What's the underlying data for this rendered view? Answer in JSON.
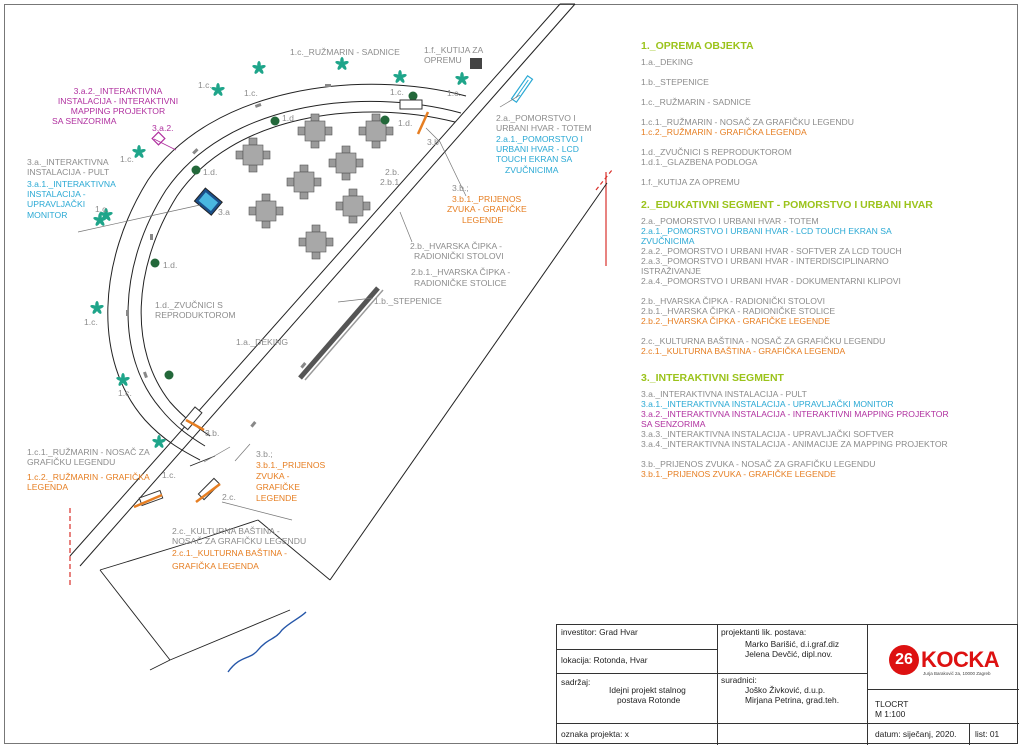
{
  "plan_labels": {
    "l_1c_top1": "1.c.",
    "l_1c_top2": "1.c.",
    "l_1c_top3": "1.c.",
    "l_1c_top4": "1.c.",
    "l_1c_left1": "1.c.",
    "l_1c_left2": "1.c.",
    "l_1c_left3": "1.c.",
    "l_1c_left4": "1.c.",
    "l_1c_bottom": "1.c.",
    "ruzmarin_sadnice": "1.c._RUŽMARIN - SADNICE",
    "kutija_1": "1.f._KUTIJA ZA",
    "kutija_2": "OPREMU",
    "int_mapping_1": "3.a.2._INTERAKTIVNA",
    "int_mapping_2": "INSTALACIJA - INTERAKTIVNI",
    "int_mapping_3": "MAPPING PROJEKTOR",
    "int_mapping_4": "SA SENZORIMA",
    "code_3a2": "3.a.2.",
    "pult_1": "3.a._INTERAKTIVNA",
    "pult_2": "INSTALACIJA - PULT",
    "monitor_1": "3.a.1._INTERAKTIVNA",
    "monitor_2": "INSTALACIJA -",
    "monitor_3": "UPRAVLJAČKI",
    "monitor_4": "MONITOR",
    "code_3a": "3.a",
    "d1": "1.d.",
    "d2": "1.d.",
    "d3": "1.d.",
    "d4": "1.d.",
    "code_3b_top": "3.b",
    "totem_1": "2.a._POMORSTVO I",
    "totem_2": "URBANI HVAR - TOTEM",
    "lcd_1": "2.a.1._POMORSTVO I",
    "lcd_2": "URBANI HVAR - LCD",
    "lcd_3": "TOUCH EKRAN SA",
    "lcd_4": "ZVUČNICIMA",
    "code_2b": "2.b.",
    "code_2b1": "2.b.1.",
    "code_3b_semi": "3.b.;",
    "prijenos_top_1": "3.b.1._PRIJENOS",
    "prijenos_top_2": "ZVUKA - GRAFIČKE",
    "prijenos_top_3": "LEGENDE",
    "cipka_1": "2.b._HVARSKA ČIPKA -",
    "cipka_2": "RADIONIČKI STOLOVI",
    "cipka_3": "2.b.1._HVARSKA ČIPKA -",
    "cipka_4": "RADIONIČKE STOLICE",
    "stepenice": "1.b._STEPENICE",
    "zvucnici_1": "1.d._ZVUČNICI S",
    "zvucnici_2": "REPRODUKTOROM",
    "deking": "1.a._DEKING",
    "code_3b_low": "3.b.",
    "nosac_1": "1.c.1._RUŽMARIN - NOSAČ ZA",
    "nosac_2": "GRAFIČKU LEGENDU",
    "nosac_3": "1.c.2._RUŽMARIN - GRAFIČKA",
    "nosac_4": "LEGENDA",
    "prijenos_low_0": "3.b.;",
    "prijenos_low_1": "3.b.1._PRIJENOS",
    "prijenos_low_2": "ZVUKA -",
    "prijenos_low_3": "GRAFIČKE",
    "prijenos_low_4": "LEGENDE",
    "code_2c": "2.c.",
    "bastina_1": "2.c._KULTURNA BAŠTINA -",
    "bastina_2": "NOSAČ ZA GRAFIČKU LEGENDU",
    "bastina_3": "2.c.1._KULTURNA BAŠTINA -",
    "bastina_4": "GRAFIČKA LEGENDA"
  },
  "legend": {
    "h1": "1._OPREMA OBJEKTA",
    "s1": [
      {
        "t": "1.a._DEKING",
        "c": "g"
      },
      {
        "t": "",
        "c": "g"
      },
      {
        "t": "1.b._STEPENICE",
        "c": "g"
      },
      {
        "t": "",
        "c": "g"
      },
      {
        "t": "1.c._RUŽMARIN - SADNICE",
        "c": "g"
      },
      {
        "t": "",
        "c": "g"
      },
      {
        "t": "1.c.1._RUŽMARIN - NOSAČ ZA GRAFIČKU LEGENDU",
        "c": "g"
      },
      {
        "t": "1.c.2._RUŽMARIN - GRAFIČKA LEGENDA",
        "c": "o"
      },
      {
        "t": "",
        "c": "g"
      },
      {
        "t": "1.d._ZVUČNICI S REPRODUKTOROM",
        "c": "g"
      },
      {
        "t": "1.d.1._GLAZBENA PODLOGA",
        "c": "g"
      },
      {
        "t": "",
        "c": "g"
      },
      {
        "t": "1.f._KUTIJA ZA OPREMU",
        "c": "g"
      }
    ],
    "h2": "2._EDUKATIVNI SEGMENT - POMORSTVO I URBANI HVAR",
    "s2": [
      {
        "t": "2.a._POMORSTVO I URBANI HVAR - TOTEM",
        "c": "g"
      },
      {
        "t": "2.a.1._POMORSTVO I URBANI HVAR - LCD TOUCH EKRAN SA",
        "c": "b"
      },
      {
        "t": "ZVUČNICIMA",
        "c": "b"
      },
      {
        "t": "2.a.2._POMORSTVO I URBANI HVAR - SOFTVER ZA LCD TOUCH",
        "c": "g"
      },
      {
        "t": "2.a.3._POMORSTVO I URBANI HVAR - INTERDISCIPLINARNO",
        "c": "g"
      },
      {
        "t": "ISTRAŽIVANJE",
        "c": "g"
      },
      {
        "t": "2.a.4._POMORSTVO I URBANI HVAR - DOKUMENTARNI KLIPOVI",
        "c": "g"
      },
      {
        "t": "",
        "c": "g"
      },
      {
        "t": "2.b._HVARSKA ČIPKA - RADIONIČKI STOLOVI",
        "c": "g"
      },
      {
        "t": "2.b.1._HVARSKA ČIPKA - RADIONIČKE STOLICE",
        "c": "g"
      },
      {
        "t": "2.b.2._HVARSKA ČIPKA - GRAFIČKE LEGENDE",
        "c": "o"
      },
      {
        "t": "",
        "c": "g"
      },
      {
        "t": "2.c._KULTURNA BAŠTINA - NOSAČ ZA GRAFIČKU LEGENDU",
        "c": "g"
      },
      {
        "t": "2.c.1._KULTURNA BAŠTINA - GRAFIČKA LEGENDA",
        "c": "o"
      }
    ],
    "h3": "3._INTERAKTIVNI SEGMENT",
    "s3": [
      {
        "t": "3.a._INTERAKTIVNA INSTALACIJA - PULT",
        "c": "g"
      },
      {
        "t": "3.a.1._INTERAKTIVNA INSTALACIJA - UPRAVLJAČKI MONITOR",
        "c": "b"
      },
      {
        "t": "3.a.2._INTERAKTIVNA INSTALACIJA - INTERAKTIVNI MAPPING PROJEKTOR",
        "c": "m"
      },
      {
        "t": "SA SENZORIMA",
        "c": "m"
      },
      {
        "t": "3.a.3._INTERAKTIVNA INSTALACIJA - UPRAVLJAČKI SOFTVER",
        "c": "g"
      },
      {
        "t": "3.a.4._INTERAKTIVNA INSTALACIJA - ANIMACIJE ZA MAPPING PROJEKTOR",
        "c": "g"
      },
      {
        "t": "",
        "c": "g"
      },
      {
        "t": "3.b._PRIJENOS ZVUKA - NOSAČ ZA GRAFIČKU LEGENDU",
        "c": "g"
      },
      {
        "t": "3.b.1._PRIJENOS ZVUKA - GRAFIČKE LEGENDE",
        "c": "o"
      }
    ]
  },
  "title_block": {
    "investitor": "investitor: Grad Hvar",
    "lokacija": "lokacija: Rotonda, Hvar",
    "sadrzaj_label": "sadržaj:",
    "sadrzaj_1": "Idejni projekt stalnog",
    "sadrzaj_2": "postava Rotonde",
    "oznaka": "oznaka projekta: x",
    "projektanti_label": "projektanti lik. postava:",
    "projektant_1": "Marko Barišić, d.i.graf.diz",
    "projektant_2": "Jelena Devčić, dipl.nov.",
    "suradnici_label": "suradnici:",
    "suradnik_1": "Joško Živković, d.u.p.",
    "suradnik_2": "Mirjana Petrina, grad.teh.",
    "logo_num": "26",
    "logo_name": "KOCKA",
    "logo_address": "Jurja Baraković 2a, 10000 Zagreb",
    "sheet_title": "TLOCRT",
    "scale": "M 1:100",
    "datum": "datum: siječanj, 2020.",
    "list": "list: 01"
  },
  "colors": {
    "legend_heading": "#9bc31b",
    "blue_text": "#2aa9d4",
    "orange_text": "#e67e22",
    "magenta_text": "#b0309f",
    "grey_text": "#8c8c8c",
    "red_line": "#d9302a",
    "plant": "#1fa58a",
    "speaker": "#23683a",
    "water": "#2556a8",
    "logo_red": "#d11111"
  }
}
